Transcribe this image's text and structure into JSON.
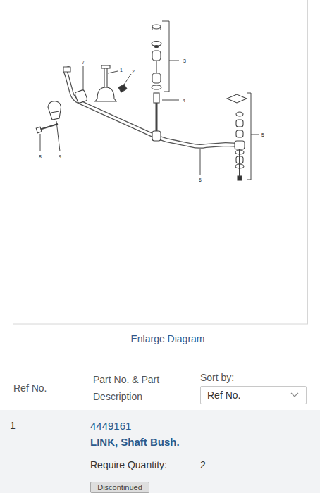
{
  "diagram": {
    "nodes": [
      {
        "text": [
          "Ref No."
        ]
      },
      {
        "text": [
          "1",
          "4449161",
          "LINK, Shaft Bush.",
          "Require Quantity:",
          "2"
        ]
      },
      {
        "text": [
          "Discontinued"
        ],
        "in": 1
      }
    ],
    "labels": [
      "7",
      "1",
      "2",
      "3",
      "4",
      "5",
      "6",
      "8",
      "9",
      "Enlarge Diagram",
      "Ref No.",
      "Part No. & Part Description",
      "Sort by:"
    ]
  }
}
